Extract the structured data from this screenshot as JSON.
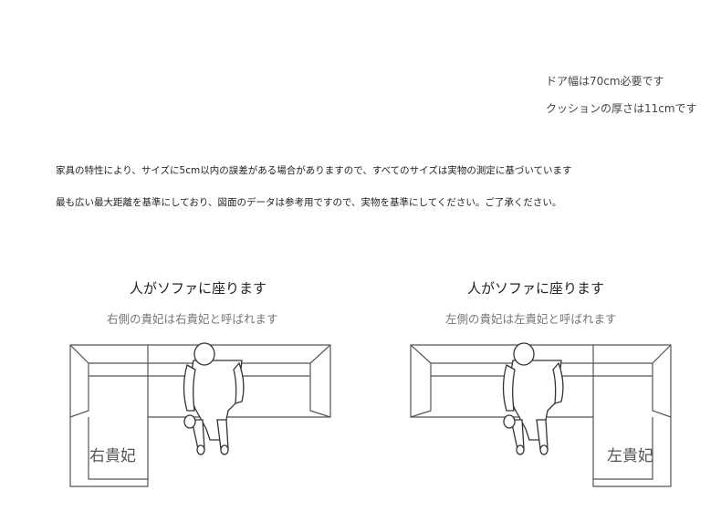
{
  "notes": {
    "door": "ドア幅は70cm必要です",
    "cushion": "クッションの厚さは11cmです"
  },
  "disclaimer": [
    "家具の特性により、サイズに5cm以内の誤差がある場合がありますので、すべてのサイズは実物の測定に基づいています",
    "最も広い最大距離を基準にしており、図面のデータは参考用ですので、実物を基準にしてください。ご了承ください。"
  ],
  "diagrams": [
    {
      "heading": "人がソファに座ります",
      "caption": "右側の貴妃は右貴妃と呼ばれます",
      "label": "右貴妃"
    },
    {
      "heading": "人がソファに座ります",
      "caption": "左側の貴妃は左貴妃と呼ばれます",
      "label": "左貴妃"
    }
  ]
}
